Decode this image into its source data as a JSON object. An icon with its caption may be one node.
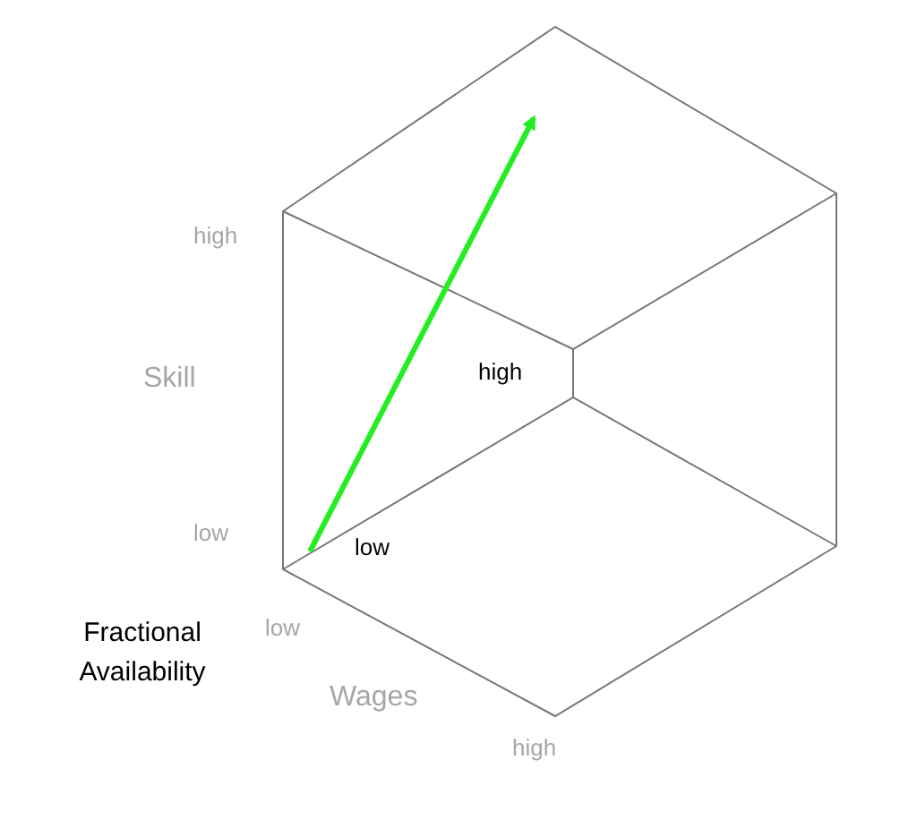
{
  "diagram": {
    "labels": [
      "high",
      "Skill",
      "high",
      "low",
      "low",
      "Fractional Availability",
      "low",
      "Wages",
      "high"
    ]
  }
}
